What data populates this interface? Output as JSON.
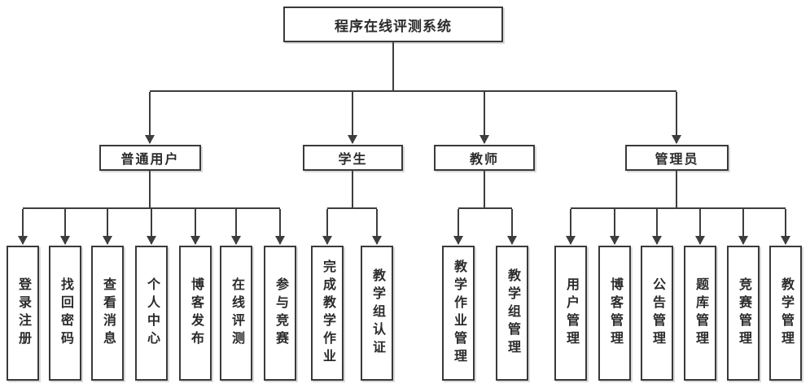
{
  "title": "程序在线评测系统",
  "root": {
    "label": "程序在线评测系统"
  },
  "groups": [
    {
      "label": "普通用户",
      "children": [
        "登录注册",
        "找回密码",
        "查看消息",
        "个人中心",
        "博客发布",
        "在线评测",
        "参与竞赛"
      ]
    },
    {
      "label": "学生",
      "children": [
        "完成教学作业",
        "教学组认证"
      ]
    },
    {
      "label": "教师",
      "children": [
        "教学作业管理",
        "教学组管理"
      ]
    },
    {
      "label": "管理员",
      "children": [
        "用户管理",
        "博客管理",
        "公告管理",
        "题库管理",
        "竞赛管理",
        "教学管理"
      ]
    }
  ],
  "colors": {
    "line": "#3d3d3d",
    "node_border": "#3a3a3a",
    "node_background": "#ffffff",
    "text": "#2b2b2b",
    "page_background": "#ffffff"
  }
}
